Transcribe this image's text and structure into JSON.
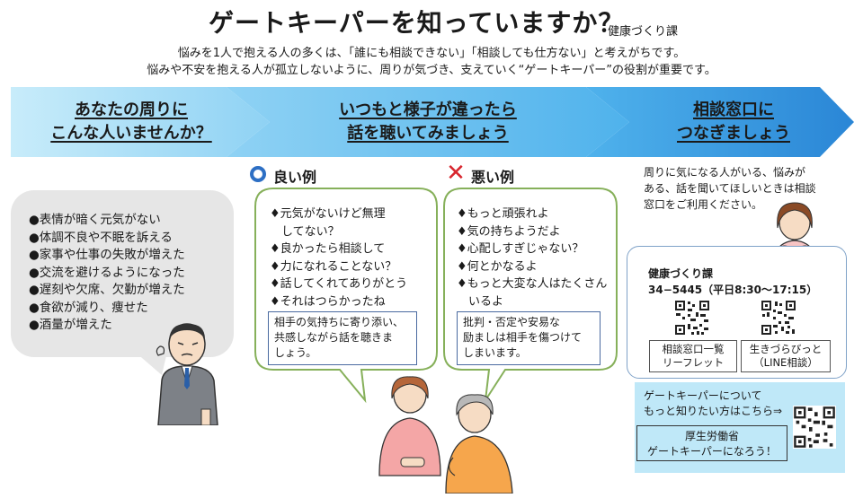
{
  "header": {
    "title": "ゲートキーパーを知っていますか？",
    "department": "健康づくり課",
    "intro_line1": "悩みを1人で抱える人の多くは、「誰にも相談できない」「相談しても仕方ない」と考えがちです。",
    "intro_line2": "悩みや不安を抱える人が孤立しないように、周りが気づき、支えていく“ゲートキーパー”の役割が重要です。"
  },
  "steps": [
    {
      "line1": "あなたの周りに",
      "line2": "こんな人いませんか？"
    },
    {
      "line1": "いつもと様子が違ったら",
      "line2": "話を聴いてみましょう"
    },
    {
      "line1": "相談窓口に",
      "line2": "つなぎましょう"
    }
  ],
  "signs": {
    "items": [
      "●表情が暗く元気がない",
      "●体調不良や不眠を訴える",
      "●家事や仕事の失敗が増えた",
      "●交流を避けるようになった",
      "●遅刻や欠席、欠勤が増えた",
      "●食欲が減り、痩せた",
      "●酒量が増えた"
    ]
  },
  "good": {
    "heading": "良い例",
    "items": [
      "♦元気がないけど無理",
      "　してない？",
      "♦良かったら相談して",
      "♦力になれることない？",
      "♦話してくれてありがとう",
      "♦それはつらかったね"
    ],
    "note": [
      "相手の気持ちに寄り添い、",
      "共感しながら話を聴きま",
      "しょう。"
    ]
  },
  "bad": {
    "heading": "悪い例",
    "items": [
      "♦もっと頑張れよ",
      "♦気の持ちようだよ",
      "♦心配しすぎじゃない？",
      "♦何とかなるよ",
      "♦もっと大変な人はたくさん",
      "　いるよ"
    ],
    "note": [
      "批判・否定や安易な",
      "励ましは相手を傷つけて",
      "しまいます。"
    ]
  },
  "contact": {
    "intro": [
      "周りに気になる人がいる、悩みが",
      "ある、話を聞いてほしいときは相談",
      "窓口をご利用ください。"
    ],
    "name": "健康づくり課",
    "phone": "34−5445（平日8:30〜17:15）",
    "qr1_label": [
      "相談窓口一覧",
      "リーフレット"
    ],
    "qr2_label": [
      "生きづらびっと",
      "（LINE相談）"
    ]
  },
  "more": {
    "line1": "ゲートキーパーについて",
    "line2": "もっと知りたい方はこちら⇒",
    "mhlw1": "厚生労働省",
    "mhlw2": "ゲートキーパーになろう！"
  },
  "colors": {
    "arrow_light": "#bfe8f8",
    "arrow_mid": "#5ab8ec",
    "arrow_dark": "#2f8fd8",
    "bubble_border": "#86b05a",
    "good_icon": "#2d6fc4",
    "bad_icon": "#d8262e",
    "info_bg": "#bfe8f8"
  },
  "icons": [
    "circle-mark-icon",
    "cross-mark-icon",
    "qr-code-icon"
  ]
}
